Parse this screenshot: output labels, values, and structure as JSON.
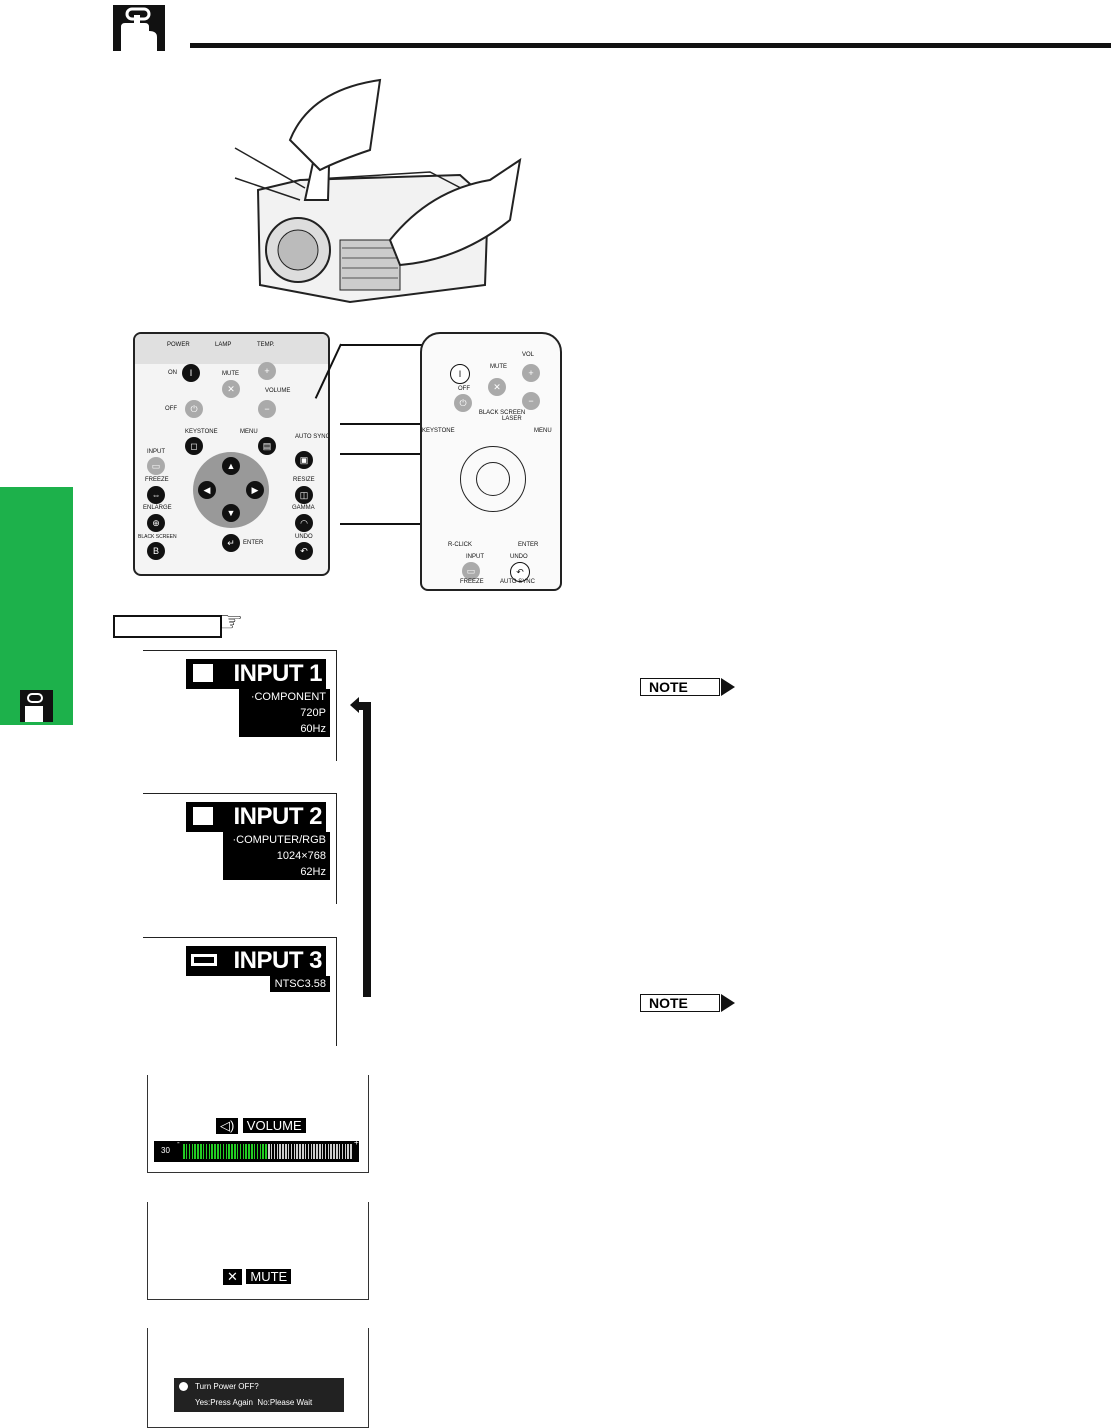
{
  "panel": {
    "power": "POWER",
    "lamp": "LAMP",
    "temp": "TEMP.",
    "on": "ON",
    "off": "OFF",
    "mute": "MUTE",
    "volume": "VOLUME",
    "keystone": "KEYSTONE",
    "menu": "MENU",
    "auto_sync": "AUTO SYNC",
    "input": "INPUT",
    "freeze": "FREEZE",
    "resize": "RESIZE",
    "enlarge": "ENLARGE",
    "gamma": "GAMMA",
    "black_screen": "BLACK SCREEN",
    "enter": "ENTER",
    "undo": "UNDO"
  },
  "remote": {
    "vol": "VOL",
    "mute": "MUTE",
    "off": "OFF",
    "black_screen": "BLACK SCREEN",
    "laser": "LASER",
    "keystone": "KEYSTONE",
    "menu": "MENU",
    "r_click": "R-CLICK",
    "enter": "ENTER",
    "input": "INPUT",
    "undo": "UNDO",
    "freeze": "FREEZE",
    "auto_sync": "AUTO SYNC"
  },
  "osd": {
    "input1": {
      "title": "INPUT 1",
      "lines": [
        "·COMPONENT",
        "720P",
        "60Hz"
      ]
    },
    "input2": {
      "title": "INPUT 2",
      "lines": [
        "·COMPUTER/RGB",
        "1024×768",
        "62Hz"
      ]
    },
    "input3": {
      "title": "INPUT 3",
      "lines": [
        "NTSC3.58"
      ]
    },
    "volume": {
      "label": "VOLUME",
      "value": "30",
      "fill_fraction": 0.5,
      "minus": "-",
      "plus": "+"
    },
    "mute": {
      "label": "MUTE"
    },
    "power_off": {
      "question": "Turn Power OFF?",
      "answer": "Yes:Press Again  No:Please Wait"
    }
  },
  "notes": [
    "NOTE",
    "NOTE"
  ],
  "colors": {
    "side_tab": "#1db14b",
    "volume_fill": "#22cc22"
  }
}
